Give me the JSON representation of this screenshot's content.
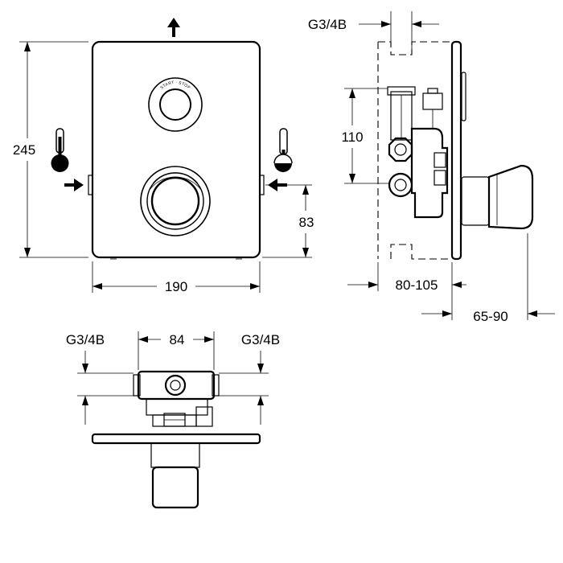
{
  "front_view": {
    "start_stop_label": "START · STOP",
    "height_label": "245",
    "width_label": "190",
    "inlet_height_label": "83"
  },
  "side_view": {
    "connection_label": "G3/4B",
    "height_label": "110",
    "depth_label": "80-105",
    "projection_label": "65-90"
  },
  "bottom_view": {
    "left_connection_label": "G3/4B",
    "spacing_label": "84",
    "right_connection_label": "G3/4B"
  },
  "icons": {
    "hot": "thermometer-hot-icon",
    "cold": "thermometer-cold-icon",
    "outlet": "arrow-up-icon",
    "inlet_left": "arrow-right-icon",
    "inlet_right": "arrow-left-icon"
  }
}
